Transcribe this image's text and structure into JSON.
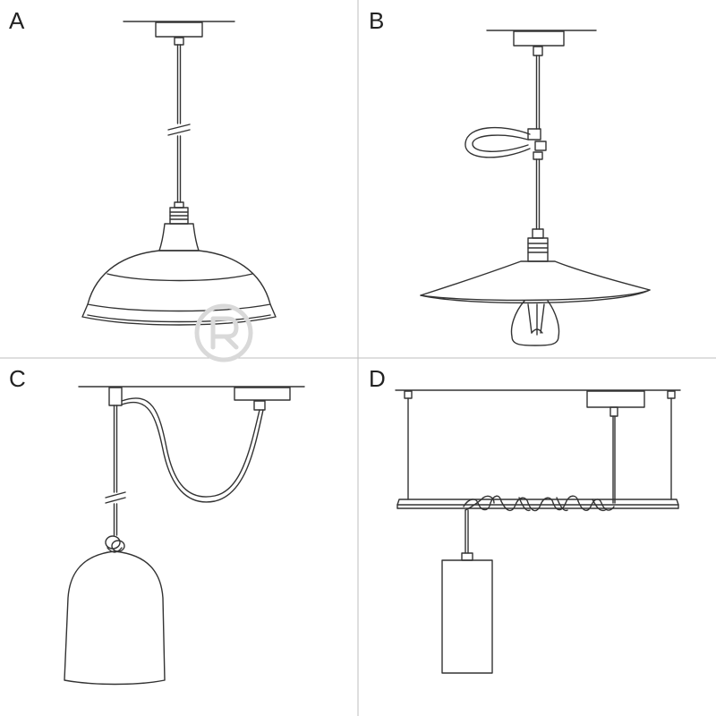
{
  "panels": [
    {
      "label": "A"
    },
    {
      "label": "B"
    },
    {
      "label": "C"
    },
    {
      "label": "D"
    }
  ],
  "watermark": {
    "icon": "r-logo-icon",
    "color": "#d9d9d9"
  },
  "colors": {
    "line": "#333333",
    "divider": "#bfbfbf",
    "background": "#ffffff"
  }
}
